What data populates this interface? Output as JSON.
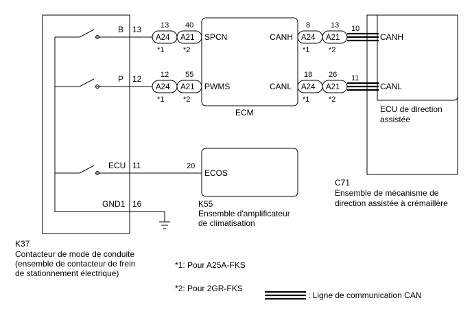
{
  "switch_unit": {
    "id": "K37",
    "name_lines": [
      "Contacteur de mode de conduite",
      "(ensemble de contacteur de frein",
      "de stationnement électrique)"
    ],
    "pins": [
      {
        "label": "B",
        "pin": "13"
      },
      {
        "label": "P",
        "pin": "12"
      },
      {
        "label": "ECU",
        "pin": "11"
      },
      {
        "label": "GND1",
        "pin": "16"
      }
    ]
  },
  "ecm": {
    "name": "ECM",
    "terminals": [
      "SPCN",
      "PWMS",
      "CANH",
      "CANL"
    ]
  },
  "connectors": [
    {
      "a24_pin": "13",
      "a21_pin": "40",
      "a24": "A24",
      "a21": "A21",
      "a24_note": "*1",
      "a21_note": "*2"
    },
    {
      "a24_pin": "12",
      "a21_pin": "55",
      "a24": "A24",
      "a21": "A21",
      "a24_note": "*1",
      "a21_note": "*2"
    },
    {
      "a24_pin": "8",
      "a21_pin": "13",
      "a24": "A24",
      "a21": "A21",
      "a24_note": "*1",
      "a21_note": "*2"
    },
    {
      "a24_pin": "18",
      "a21_pin": "26",
      "a24": "A24",
      "a21": "A21",
      "a24_note": "*1",
      "a21_note": "*2"
    }
  ],
  "amplifier": {
    "id": "K55",
    "terminal": "ECOS",
    "pin": "20",
    "name_lines": [
      "Ensemble d'amplificateur",
      "de climatisation"
    ]
  },
  "steering": {
    "id": "C71",
    "ecu_lines": [
      "ECU de direction",
      "assistée"
    ],
    "terminals": [
      {
        "label": "CANH",
        "pin": "10"
      },
      {
        "label": "CANL",
        "pin": "11"
      }
    ],
    "name_lines": [
      "Ensemble de mécanisme de",
      "direction assistée à crémaillère"
    ]
  },
  "notes": [
    "*1: Pour A25A-FKS",
    "*2: Pour 2GR-FKS"
  ],
  "legend": {
    "label": ": Ligne de communication CAN"
  }
}
